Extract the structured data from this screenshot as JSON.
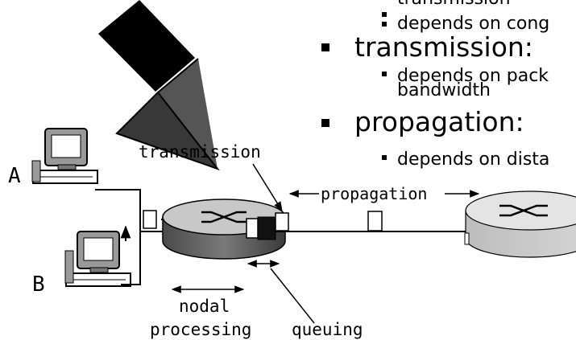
{
  "bullets": [
    {
      "level": 2,
      "text": "transmission"
    },
    {
      "level": 2,
      "text": "depends on cong"
    },
    {
      "level": 1,
      "text": "transmission:"
    },
    {
      "level": 2,
      "text": "depends on pack"
    },
    {
      "level": 2,
      "text": "bandwidth"
    },
    {
      "level": 1,
      "text": "propagation:"
    },
    {
      "level": 2,
      "text": "depends on dista"
    }
  ],
  "labels": {
    "host_a": "A",
    "host_b": "B",
    "transmission": "transmission",
    "propagation": "propagation",
    "nodal_1": "nodal",
    "nodal_2": "processing",
    "queuing": "queuing"
  },
  "icons": {
    "arrow": "down-left-arrow-icon",
    "host": "computer-icon",
    "router": "router-icon",
    "packet": "packet-icon"
  }
}
